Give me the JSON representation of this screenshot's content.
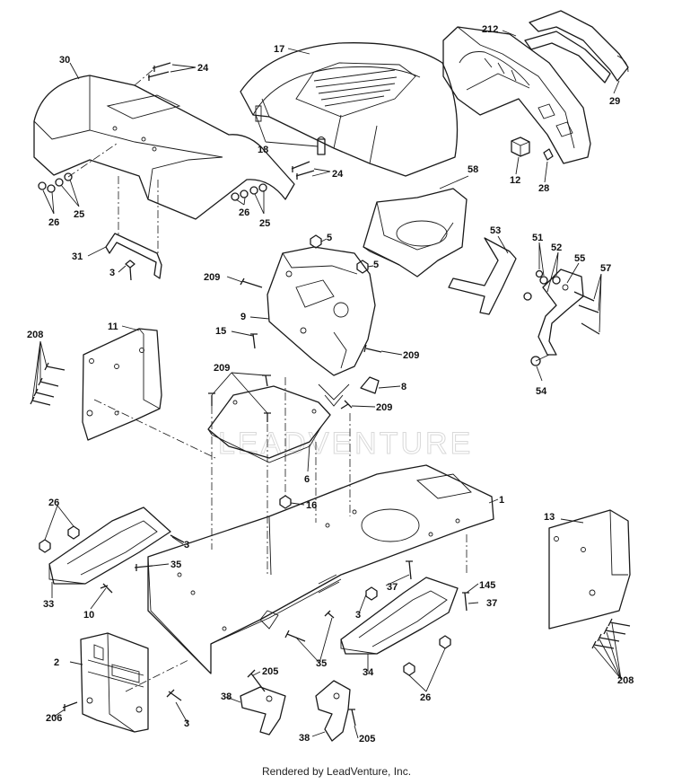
{
  "footer": {
    "rendered_by": "Rendered by LeadVenture, Inc."
  },
  "watermark": {
    "text": "LEADVENTURE"
  },
  "callouts": [
    {
      "id": "c30",
      "label": "30"
    },
    {
      "id": "c24a",
      "label": "24"
    },
    {
      "id": "c17",
      "label": "17"
    },
    {
      "id": "c212",
      "label": "212"
    },
    {
      "id": "c29",
      "label": "29"
    },
    {
      "id": "c18",
      "label": "18"
    },
    {
      "id": "c24b",
      "label": "24"
    },
    {
      "id": "c12",
      "label": "12"
    },
    {
      "id": "c28",
      "label": "28"
    },
    {
      "id": "c26a",
      "label": "26"
    },
    {
      "id": "c25a",
      "label": "25"
    },
    {
      "id": "c26b",
      "label": "26"
    },
    {
      "id": "c25b",
      "label": "25"
    },
    {
      "id": "c58",
      "label": "58"
    },
    {
      "id": "c5a",
      "label": "5"
    },
    {
      "id": "c5b",
      "label": "5"
    },
    {
      "id": "c53",
      "label": "53"
    },
    {
      "id": "c51",
      "label": "51"
    },
    {
      "id": "c52",
      "label": "52"
    },
    {
      "id": "c55",
      "label": "55"
    },
    {
      "id": "c57",
      "label": "57"
    },
    {
      "id": "c31",
      "label": "31"
    },
    {
      "id": "c3a",
      "label": "3"
    },
    {
      "id": "c209a",
      "label": "209"
    },
    {
      "id": "c208a",
      "label": "208"
    },
    {
      "id": "c11",
      "label": "11"
    },
    {
      "id": "c9",
      "label": "9"
    },
    {
      "id": "c15",
      "label": "15"
    },
    {
      "id": "c209b",
      "label": "209"
    },
    {
      "id": "c54",
      "label": "54"
    },
    {
      "id": "c209c",
      "label": "209"
    },
    {
      "id": "c8",
      "label": "8"
    },
    {
      "id": "c209d",
      "label": "209"
    },
    {
      "id": "c6",
      "label": "6"
    },
    {
      "id": "c1",
      "label": "1"
    },
    {
      "id": "c16",
      "label": "16"
    },
    {
      "id": "c26c",
      "label": "26"
    },
    {
      "id": "c13",
      "label": "13"
    },
    {
      "id": "c3b",
      "label": "3"
    },
    {
      "id": "c35a",
      "label": "35"
    },
    {
      "id": "c33",
      "label": "33"
    },
    {
      "id": "c10",
      "label": "10"
    },
    {
      "id": "c37a",
      "label": "37"
    },
    {
      "id": "c145",
      "label": "145"
    },
    {
      "id": "c37b",
      "label": "37"
    },
    {
      "id": "c3c",
      "label": "3"
    },
    {
      "id": "c2",
      "label": "2"
    },
    {
      "id": "c35b",
      "label": "35"
    },
    {
      "id": "c34",
      "label": "34"
    },
    {
      "id": "c208b",
      "label": "208"
    },
    {
      "id": "c205a",
      "label": "205"
    },
    {
      "id": "c26d",
      "label": "26"
    },
    {
      "id": "c38a",
      "label": "38"
    },
    {
      "id": "c206",
      "label": "206"
    },
    {
      "id": "c3d",
      "label": "3"
    },
    {
      "id": "c38b",
      "label": "38"
    },
    {
      "id": "c205b",
      "label": "205"
    }
  ]
}
